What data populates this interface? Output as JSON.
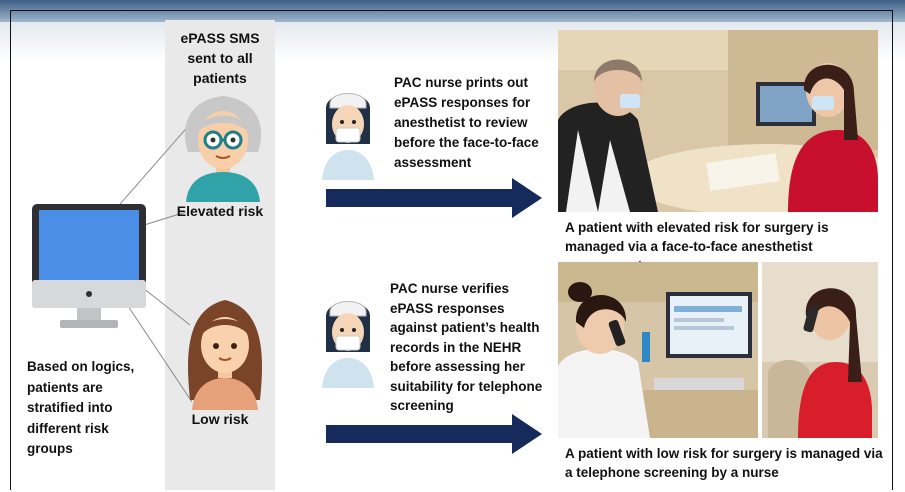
{
  "epass_header": "ePASS SMS sent to all patients",
  "computer_caption": "Based on logics, patients are stratified into different risk groups",
  "elevated": {
    "label": "Elevated risk",
    "nurse_step": "PAC nurse prints out ePASS responses for anesthetist to review before the face-to-face assessment",
    "photo_caption": "A patient with elevated risk for surgery is managed via a face-to-face anesthetist assessment"
  },
  "low": {
    "label": "Low risk",
    "nurse_step": "PAC nurse verifies ePASS responses against patient’s health records in the NEHR before assessing her suitability for telephone screening",
    "photo_caption": "A patient with low risk for surgery is managed via a telephone screening by a nurse"
  },
  "colors": {
    "arrow": "#162a5c",
    "monitor_screen": "#4a8ee8",
    "column_bg": "#e9e9e9",
    "header_bar": "#3d5f86"
  },
  "icons": [
    "desktop-computer-icon",
    "elderly-woman-icon",
    "young-woman-icon",
    "nurse-icon"
  ]
}
